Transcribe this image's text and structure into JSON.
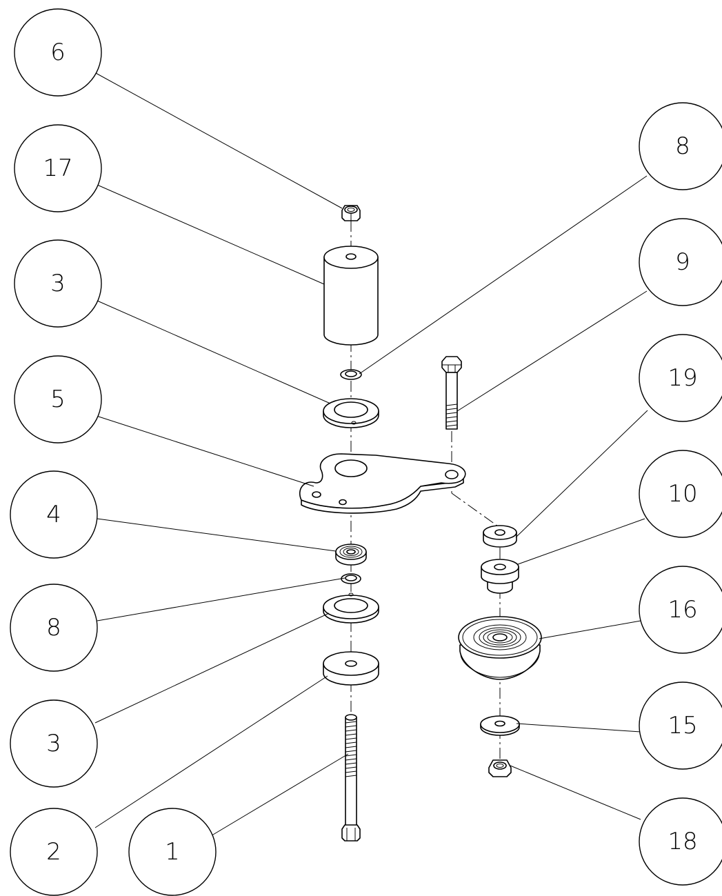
{
  "diagram": {
    "type": "exploded-assembly",
    "callouts": [
      {
        "id": "c6a",
        "label": "6"
      },
      {
        "id": "c17",
        "label": "17"
      },
      {
        "id": "c3a",
        "label": "3"
      },
      {
        "id": "c5",
        "label": "5"
      },
      {
        "id": "c4",
        "label": "4"
      },
      {
        "id": "c8b",
        "label": "8"
      },
      {
        "id": "c3b",
        "label": "3"
      },
      {
        "id": "c2",
        "label": "2"
      },
      {
        "id": "c1",
        "label": "1"
      },
      {
        "id": "c8a",
        "label": "8"
      },
      {
        "id": "c9",
        "label": "9"
      },
      {
        "id": "c19",
        "label": "19"
      },
      {
        "id": "c10",
        "label": "10"
      },
      {
        "id": "c16",
        "label": "16"
      },
      {
        "id": "c15",
        "label": "15"
      },
      {
        "id": "c18",
        "label": "18"
      }
    ]
  }
}
